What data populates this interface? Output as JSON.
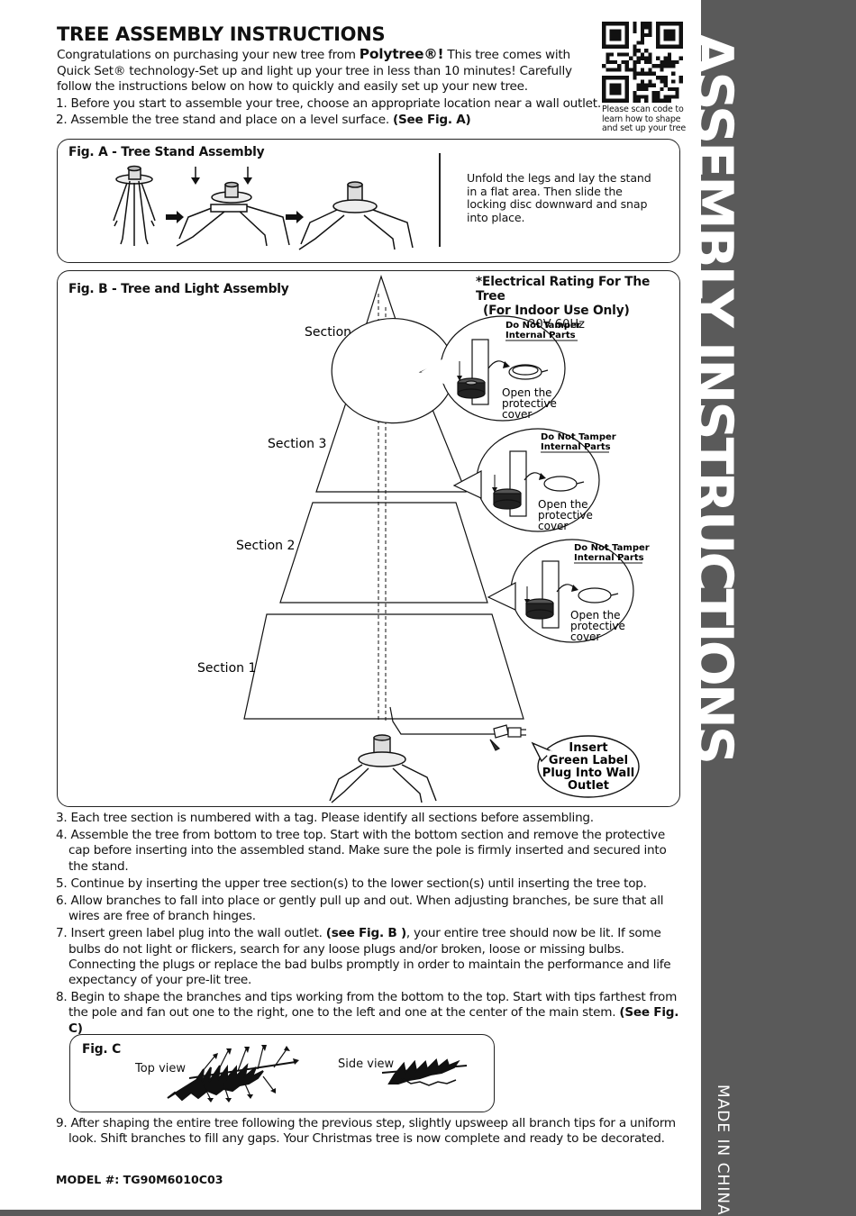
{
  "header": {
    "title": "TREE ASSEMBLY INSTRUCTIONS",
    "intro_lead": "Congratulations on purchasing your new tree from ",
    "brand": "Polytree®!",
    "intro_rest": " This tree comes with Quick Set® technology-Set up and light up your tree in less than 10 minutes! Carefully follow the instructions below on how to quickly and easily set up your new tree.",
    "step1": "1. Before you start to assemble your tree, choose an appropriate location near a wall outlet.",
    "step2_text": "2. Assemble the tree stand and place on a level surface. ",
    "step2_ref": "(See Fig. A)"
  },
  "qr": {
    "caption": "Please scan code to learn how to shape and set up your tree"
  },
  "sidebar": {
    "title": "ASSEMBLY INSTRUCTIONS",
    "origin": "MADE IN CHINA"
  },
  "figA": {
    "title": "Fig. A - Tree Stand Assembly",
    "note": "Unfold the legs and lay the stand in a flat area. Then slide the locking disc downward and snap into place."
  },
  "figB": {
    "title": "Fig. B - Tree and Light Assembly",
    "rating_heading_1": "*Electrical Rating For The Tree",
    "rating_heading_2": "(For Indoor Use Only)",
    "rating_value": "4.08A 120V 60Hz",
    "sections": [
      "Section 4",
      "Section 3",
      "Section 2",
      "Section 1"
    ],
    "warning_1": "Do Not Tamper",
    "warning_2": "Internal Parts",
    "cover_1": "Open the",
    "cover_2": "protective",
    "cover_3": "cover",
    "plug_lines": [
      "Insert",
      "Green Label",
      "Plug Into Wall",
      "Outlet"
    ]
  },
  "steps": [
    {
      "text": "3. Each tree section is numbered with a tag. Please identify all sections before assembling."
    },
    {
      "text": "4. Assemble the tree from bottom to tree top.  Start with the bottom section and remove the protective cap before inserting into the assembled stand. Make sure the pole is firmly inserted and secured into the stand."
    },
    {
      "text": "5. Continue by inserting the upper tree section(s) to the lower section(s) until inserting the tree top."
    },
    {
      "text": "6. Allow branches to fall into place or gently pull up and out. When adjusting branches, be sure that all wires are free of branch hinges."
    },
    {
      "text": "7. Insert green label plug into the wall outlet. ",
      "ref": "(see Fig. B )",
      "after": ", your entire tree should now be lit. If some bulbs do not light or flickers, search for any loose plugs and/or broken, loose or missing bulbs. Connecting the plugs or replace the bad bulbs promptly in order to maintain the performance and life expectancy of your pre-lit tree."
    },
    {
      "text": "8. Begin to shape the branches and tips working from the bottom to the top. Start with tips farthest from the pole and fan out one to the right, one to the left and one at the center of the main stem. ",
      "ref": "(See Fig. C)"
    }
  ],
  "figC": {
    "title": "Fig. C",
    "top_view": "Top view",
    "side_view": "Side view"
  },
  "step9": "9. After shaping the entire tree following the previous step, slightly upsweep all branch tips for a uniform look. Shift branches to fill any gaps. Your Christmas tree is now complete and ready to be decorated.",
  "footer": {
    "model": "MODEL #: TG90M6010C03"
  }
}
